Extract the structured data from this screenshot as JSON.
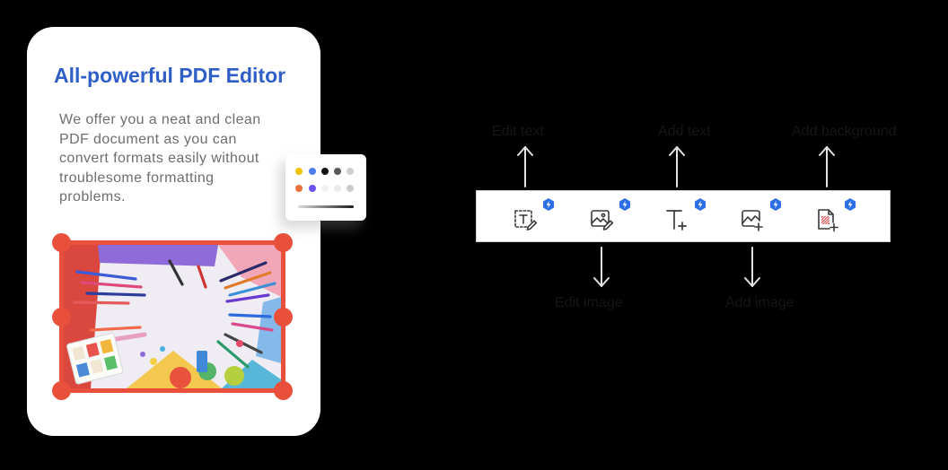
{
  "card": {
    "title": "All-powerful PDF Editor",
    "title_color": "#2f5fc6",
    "description_lines": [
      "We offer you a neat and clean",
      "PDF document as you can",
      "convert formats easily without",
      "troublesome formatting",
      "problems."
    ],
    "selection_color": "#e9503b"
  },
  "color_palette": {
    "rows": [
      [
        "#f3c300",
        "#4c7df3",
        "#141414",
        "#5a5a5a",
        "#cfcfcf"
      ],
      [
        "#e9713b",
        "#6c52f0",
        "#f2f2f2",
        "#ececec",
        "#cbcbcb"
      ]
    ]
  },
  "toolbar": {
    "badge_color": "#2f6fe6",
    "badge_icon": "lightning-icon",
    "tools": [
      {
        "icon": "edit-text-icon",
        "label": "Edit text"
      },
      {
        "icon": "edit-image-icon",
        "label": "Edit image"
      },
      {
        "icon": "add-text-icon",
        "label": "Add text"
      },
      {
        "icon": "add-image-icon",
        "label": "Add image"
      },
      {
        "icon": "add-background-icon",
        "label": "Add background"
      }
    ]
  }
}
